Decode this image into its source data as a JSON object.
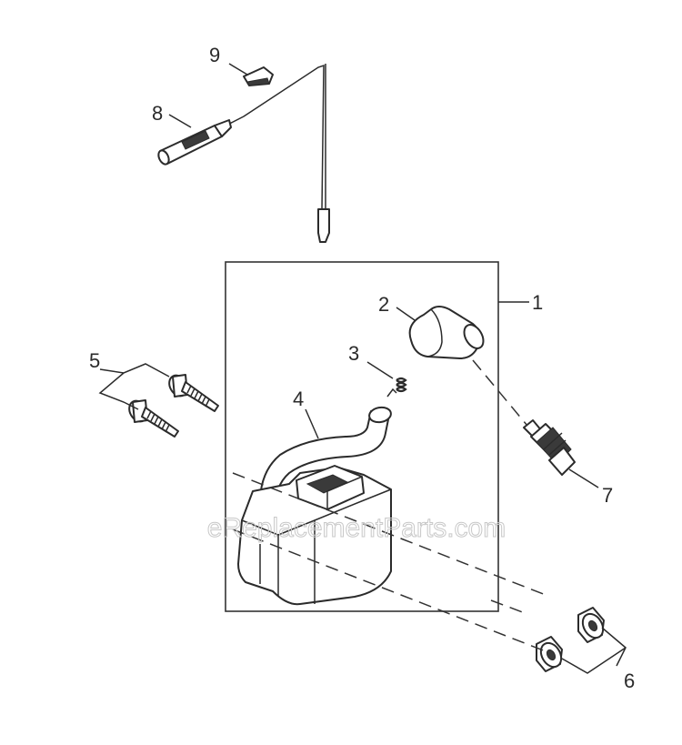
{
  "diagram": {
    "callouts": [
      {
        "id": "callout-1",
        "text": "1"
      },
      {
        "id": "callout-2",
        "text": "2"
      },
      {
        "id": "callout-3",
        "text": "3"
      },
      {
        "id": "callout-4",
        "text": "4"
      },
      {
        "id": "callout-5",
        "text": "5"
      },
      {
        "id": "callout-6",
        "text": "6"
      },
      {
        "id": "callout-7",
        "text": "7"
      },
      {
        "id": "callout-8",
        "text": "8"
      },
      {
        "id": "callout-9",
        "text": "9"
      }
    ],
    "watermark": "eReplacementParts.com"
  }
}
